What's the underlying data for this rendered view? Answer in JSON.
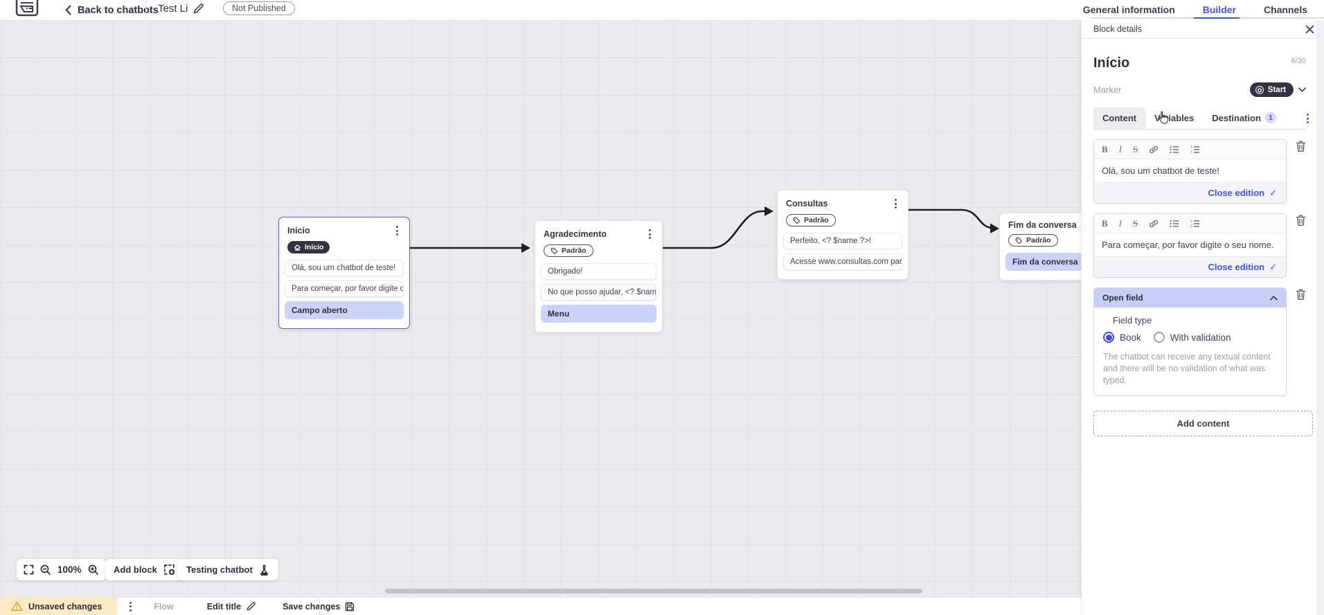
{
  "topbar": {
    "back_label": "Back to chatbots",
    "title": "Test Li",
    "status_badge": "Not Published",
    "tabs": [
      {
        "label": "General information",
        "active": false
      },
      {
        "label": "Builder",
        "active": true
      },
      {
        "label": "Channels",
        "active": false
      }
    ]
  },
  "panel": {
    "header": "Block details",
    "title": "Início",
    "counter": "6/30",
    "marker_label": "Marker",
    "marker_value": "Start",
    "tabs": [
      {
        "label": "Content",
        "active": true
      },
      {
        "label": "Variables",
        "active": false
      },
      {
        "label": "Destination",
        "active": false,
        "badge": "1"
      }
    ],
    "editors": [
      {
        "text": "Olá, sou um chatbot de teste!",
        "close_label": "Close edition"
      },
      {
        "text": "Para começar, por favor digite o seu nome.",
        "close_label": "Close edition"
      }
    ],
    "open_field": {
      "title": "Open field",
      "field_type_label": "Field type",
      "options": [
        {
          "label": "Book",
          "selected": true
        },
        {
          "label": "With validation",
          "selected": false
        }
      ],
      "description": "The chatbot can receive any textual content and there will be no validation of what was typed."
    },
    "add_content_label": "Add content"
  },
  "canvas": {
    "blocks": [
      {
        "title": "Início",
        "badge": "Início",
        "badge_style": "dark",
        "rows": [
          {
            "type": "message",
            "text": "Olá, sou um chatbot de teste!"
          },
          {
            "type": "message",
            "text": "Para começar, por favor digite o ..."
          },
          {
            "type": "field",
            "text": "Campo aberto"
          }
        ]
      },
      {
        "title": "Agradecimento",
        "badge": "Padrão",
        "badge_style": "outline",
        "rows": [
          {
            "type": "message",
            "text": "Obrigado!"
          },
          {
            "type": "message",
            "text": "No que posso ajudar, <? $name ..."
          },
          {
            "type": "field",
            "text": "Menu"
          }
        ]
      },
      {
        "title": "Consultas",
        "badge": "Padrão",
        "badge_style": "outline",
        "rows": [
          {
            "type": "message",
            "text": "Perfeito, <? $name ?>!"
          },
          {
            "type": "message",
            "text": "Acesse www.consultas.com par..."
          }
        ]
      },
      {
        "title": "Fim da conversa",
        "badge": "Padrão",
        "badge_style": "outline",
        "rows": [
          {
            "type": "field",
            "text": "Fim da conversa"
          }
        ]
      }
    ]
  },
  "toolbar": {
    "zoom_level": "100%",
    "add_block_label": "Add block",
    "testing_label": "Testing chatbot"
  },
  "statusbar": {
    "unsaved_label": "Unsaved changes",
    "flow_label": "Flow",
    "edit_title_label": "Edit title",
    "save_label": "Save changes"
  },
  "colors": {
    "accent": "#4250df",
    "dark_badge": "#363243",
    "selected_border": "#5e63c9",
    "highlight_row": "#ccd3f8",
    "open_field_header": "#c8cff7",
    "warning_bg": "#fbe9c5"
  }
}
